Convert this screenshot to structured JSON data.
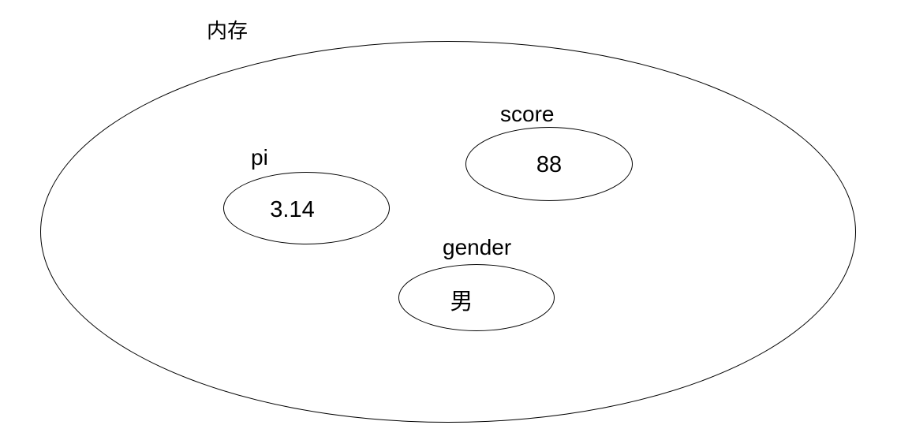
{
  "diagram": {
    "title": "内存",
    "variables": [
      {
        "name": "pi",
        "value": "3.14"
      },
      {
        "name": "score",
        "value": "88"
      },
      {
        "name": "gender",
        "value": "男"
      }
    ]
  },
  "colors": {
    "background": "#ffffff",
    "stroke": "#000000",
    "text": "#000000"
  }
}
